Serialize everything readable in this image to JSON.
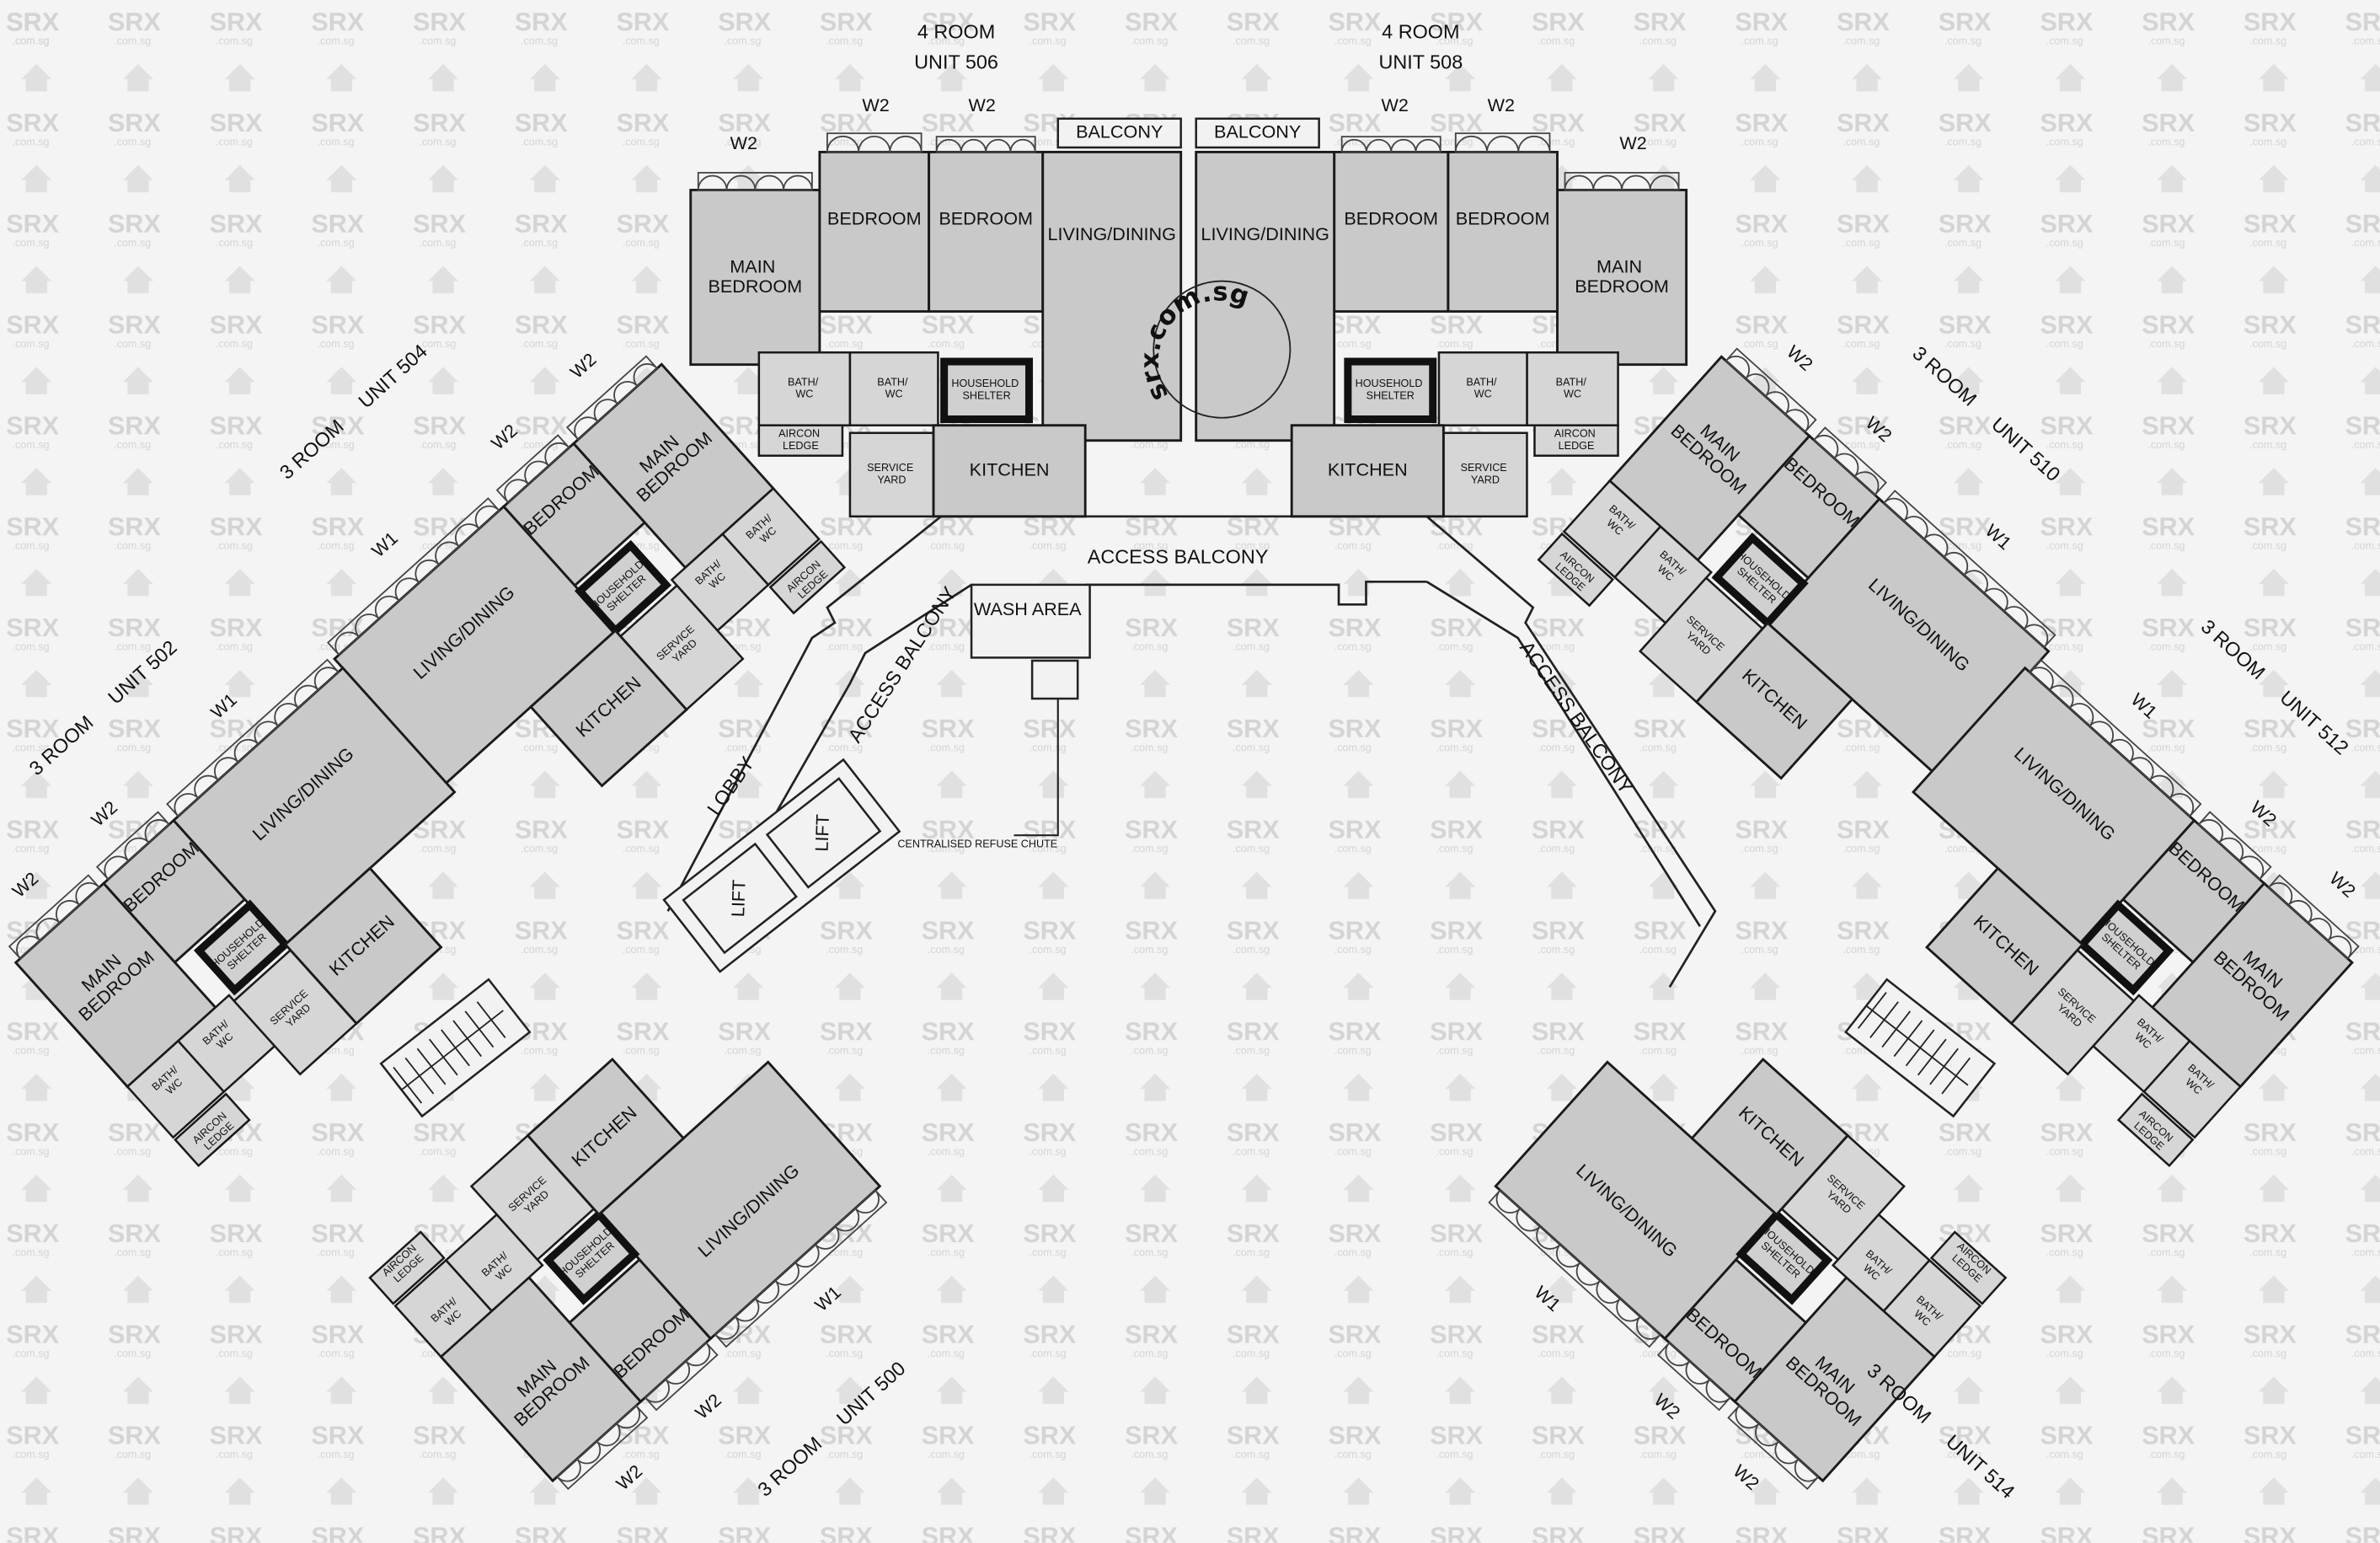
{
  "watermark": {
    "brand": "SRX",
    "domain": ".com.sg",
    "stamp": "srx.com.sg"
  },
  "colors": {
    "room_fill": "#c9c9c9",
    "background": "#f4f4f4",
    "wall": "#1a1a1a"
  },
  "four_room_units": [
    {
      "type": "4 ROOM",
      "unit": "UNIT 506",
      "rooms": {
        "main_bedroom": "MAIN BEDROOM",
        "bedroom_1": "BEDROOM",
        "bedroom_2": "BEDROOM",
        "living": "LIVING/DINING",
        "bath_1": "BATH/ WC",
        "bath_2": "BATH/ WC",
        "shelter": "HOUSEHOLD SHELTER",
        "aircon": "AIRCON LEDGE",
        "service_yard": "SERVICE YARD",
        "kitchen": "KITCHEN",
        "balcony": "BALCONY"
      },
      "windows": [
        "W2",
        "W2",
        "W2"
      ]
    },
    {
      "type": "4 ROOM",
      "unit": "UNIT 508",
      "rooms": {
        "main_bedroom": "MAIN BEDROOM",
        "bedroom_1": "BEDROOM",
        "bedroom_2": "BEDROOM",
        "living": "LIVING/DINING",
        "bath_1": "BATH/ WC",
        "bath_2": "BATH/ WC",
        "shelter": "HOUSEHOLD SHELTER",
        "aircon": "AIRCON LEDGE",
        "service_yard": "SERVICE YARD",
        "kitchen": "KITCHEN",
        "balcony": "BALCONY"
      },
      "windows": [
        "W2",
        "W2",
        "W2"
      ]
    }
  ],
  "three_room_units": [
    {
      "type": "3 ROOM",
      "unit": "UNIT 504",
      "rooms": {
        "main_bedroom": "MAIN BEDROOM",
        "bedroom": "BEDROOM",
        "living": "LIVING/DINING",
        "bath_1": "BATH/ WC",
        "bath_2": "BATH/ WC",
        "shelter": "HOUSEHOLD SHELTER",
        "aircon": "AIRCON LEDGE",
        "service_yard": "SERVICE YARD",
        "kitchen": "KITCHEN"
      },
      "windows": [
        "W2",
        "W2",
        "W1"
      ]
    },
    {
      "type": "3 ROOM",
      "unit": "UNIT 502",
      "rooms": {
        "main_bedroom": "MAIN BEDROOM",
        "bedroom": "BEDROOM",
        "living": "LIVING/DINING",
        "bath_1": "BATH/ WC",
        "bath_2": "BATH/ WC",
        "shelter": "HOUSEHOLD SHELTER",
        "aircon": "AIRCON LEDGE",
        "service_yard": "SERVICE YARD",
        "kitchen": "KITCHEN"
      },
      "windows": [
        "W2",
        "W2",
        "W1"
      ]
    },
    {
      "type": "3 ROOM",
      "unit": "UNIT 500",
      "rooms": {
        "main_bedroom": "MAIN BEDROOM",
        "bedroom": "BEDROOM",
        "living": "LIVING/DINING",
        "bath_1": "BATH/ WC",
        "bath_2": "BATH/ WC",
        "shelter": "HOUSEHOLD SHELTER",
        "aircon": "AIRCON LEDGE",
        "service_yard": "SERVICE YARD",
        "kitchen": "KITCHEN"
      },
      "windows": [
        "W2",
        "W2",
        "W1"
      ]
    },
    {
      "type": "3 ROOM",
      "unit": "UNIT 510",
      "rooms": {
        "main_bedroom": "MAIN BEDROOM",
        "bedroom": "BEDROOM",
        "living": "LIVING/DINING",
        "bath_1": "BATH/ WC",
        "bath_2": "BATH/ WC",
        "shelter": "HOUSEHOLD SHELTER",
        "aircon": "AIRCON LEDGE",
        "service_yard": "SERVICE YARD",
        "kitchen": "KITCHEN"
      },
      "windows": [
        "W2",
        "W2",
        "W1"
      ]
    },
    {
      "type": "3 ROOM",
      "unit": "UNIT 512",
      "rooms": {
        "main_bedroom": "MAIN BEDROOM",
        "bedroom": "BEDROOM",
        "living": "LIVING/DINING",
        "bath_1": "BATH/ WC",
        "bath_2": "BATH/ WC",
        "shelter": "HOUSEHOLD SHELTER",
        "aircon": "AIRCON LEDGE",
        "service_yard": "SERVICE YARD",
        "kitchen": "KITCHEN"
      },
      "windows": [
        "W2",
        "W2",
        "W1"
      ]
    },
    {
      "type": "3 ROOM",
      "unit": "UNIT 514",
      "rooms": {
        "main_bedroom": "MAIN BEDROOM",
        "bedroom": "BEDROOM",
        "living": "LIVING/DINING",
        "bath_1": "BATH/ WC",
        "bath_2": "BATH/ WC",
        "shelter": "HOUSEHOLD SHELTER",
        "aircon": "AIRCON LEDGE",
        "service_yard": "SERVICE YARD",
        "kitchen": "KITCHEN"
      },
      "windows": [
        "W2",
        "W2",
        "W1"
      ]
    }
  ],
  "common": {
    "access_balcony_top": "ACCESS BALCONY",
    "access_balcony_left": "ACCESS BALCONY",
    "access_balcony_right": "ACCESS BALCONY",
    "wash_area": "WASH AREA",
    "lobby": "LOBBY",
    "lift_1": "LIFT",
    "lift_2": "LIFT",
    "refuse_chute": "CENTRALISED REFUSE CHUTE"
  }
}
